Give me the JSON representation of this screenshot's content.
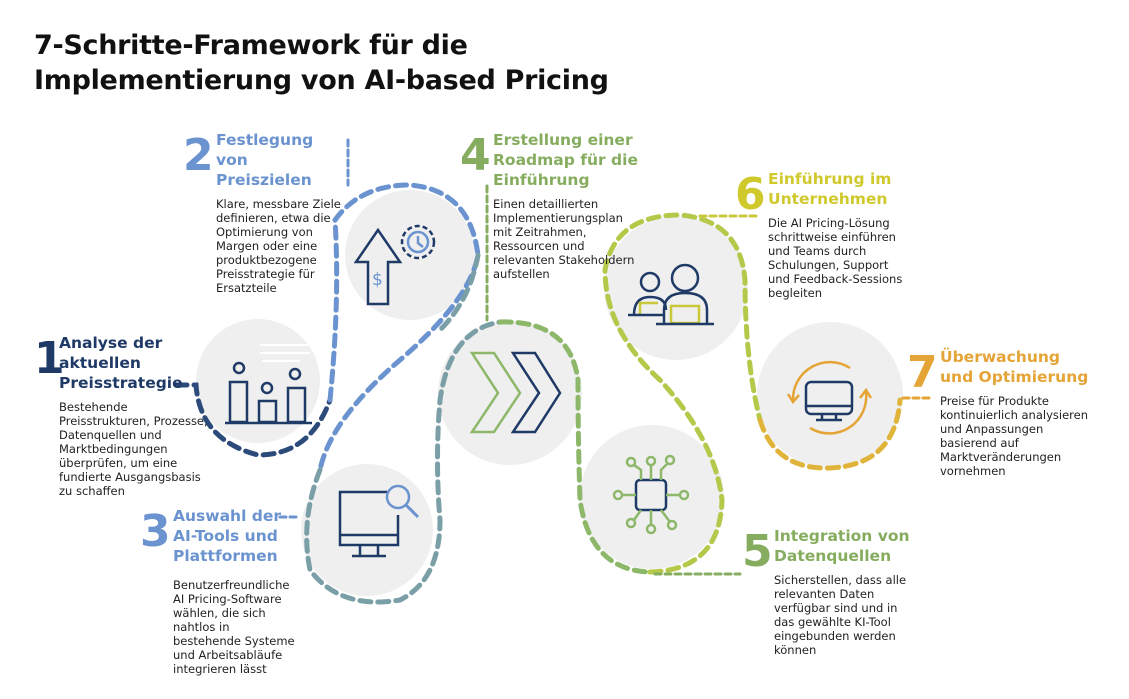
{
  "title_line1": "7-Schritte-Framework für die",
  "title_line2": "Implementierung von AI-based Pricing",
  "colors": {
    "step1": "#1f3a66",
    "step2": "#6a93cf",
    "step3": "#6a93cf",
    "step4": "#86ad5f",
    "step5": "#86ad5f",
    "step6": "#d0c92c",
    "step7": "#e5a436",
    "circle": "#efefef"
  },
  "steps": [
    {
      "number": "1",
      "heading": "Analyse der aktuellen Preisstrategie",
      "description": "Bestehende Preisstrukturen, Prozesse, Datenquellen und Marktbedingungen überprüfen, um eine fundierte Ausgangsbasis zu schaffen",
      "icon": "bar-chart-icon"
    },
    {
      "number": "2",
      "heading": "Festlegung von Preiszielen",
      "description": "Klare, messbare Ziele definieren, etwa die Optimierung von Margen oder eine produktbezogene Preisstrategie für Ersatzteile",
      "icon": "price-up-gear-icon"
    },
    {
      "number": "3",
      "heading": "Auswahl der AI-Tools und Plattformen",
      "description": "Benutzerfreundliche AI Pricing-Software wählen, die sich nahtlos in bestehende Systeme und Arbeitsabläufe integrieren lässt",
      "icon": "monitor-search-icon"
    },
    {
      "number": "4",
      "heading": "Erstellung einer Roadmap für die Einführung",
      "description": "Einen detaillierten Implementierungsplan mit Zeitrahmen, Ressourcen und relevanten Stakeholdern aufstellen",
      "icon": "double-chevron-icon"
    },
    {
      "number": "5",
      "heading": "Integration von Datenquellen",
      "description": "Sicherstellen, dass alle relevanten Daten verfügbar sind und in das gewählte KI-Tool eingebunden werden können",
      "icon": "chip-icon"
    },
    {
      "number": "6",
      "heading": "Einführung im Unternehmen",
      "description": "Die AI Pricing-Lösung schrittweise einführen und Teams durch Schulungen, Support und Feedback-Sessions begleiten",
      "icon": "team-icon"
    },
    {
      "number": "7",
      "heading": "Überwachung und Optimierung",
      "description": "Preise für Produkte kontinuierlich analysieren und Anpassungen basierend auf Marktveränderungen vornehmen",
      "icon": "monitor-refresh-icon"
    }
  ]
}
